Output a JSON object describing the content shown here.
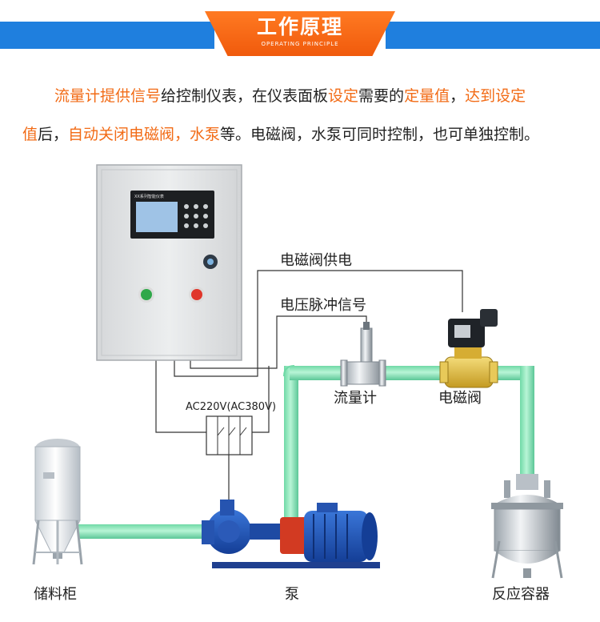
{
  "header": {
    "title": "工作原理",
    "subtitle": "OPERATING PRINCIPLE"
  },
  "description": {
    "line1": [
      {
        "text": "流量计提供信号",
        "highlight": true
      },
      {
        "text": "给控制仪表，在仪表面板",
        "highlight": false
      },
      {
        "text": "设定",
        "highlight": true
      },
      {
        "text": "需要的",
        "highlight": false
      },
      {
        "text": "定量值",
        "highlight": true
      },
      {
        "text": "，",
        "highlight": false
      },
      {
        "text": "达到设定",
        "highlight": true
      }
    ],
    "line2": [
      {
        "text": "值",
        "highlight": true
      },
      {
        "text": "后，",
        "highlight": false
      },
      {
        "text": "自动关闭电磁阀，水泵",
        "highlight": true
      },
      {
        "text": "等。电磁阀，水泵可同时控制，也可单独控制。",
        "highlight": false
      }
    ]
  },
  "diagram": {
    "cabinet": {
      "display_title": "XX系列智能仪表"
    },
    "labels": {
      "valve_power": "电磁阀供电",
      "pulse_signal": "电压脉冲信号",
      "power_supply": "AC220V(AC380V)",
      "flowmeter": "流量计",
      "solenoid_valve": "电磁阀",
      "storage_tank": "储料柜",
      "pump": "泵",
      "reactor": "反应容器"
    }
  },
  "colors": {
    "header_blue": "#1f7fde",
    "header_orange": "#f26b16",
    "highlight_text": "#f26b16",
    "pipe_green": "#8ee8bd",
    "pump_blue": "#1b4fb5",
    "pump_red": "#d23a22",
    "valve_gold": "#d8b23a"
  }
}
